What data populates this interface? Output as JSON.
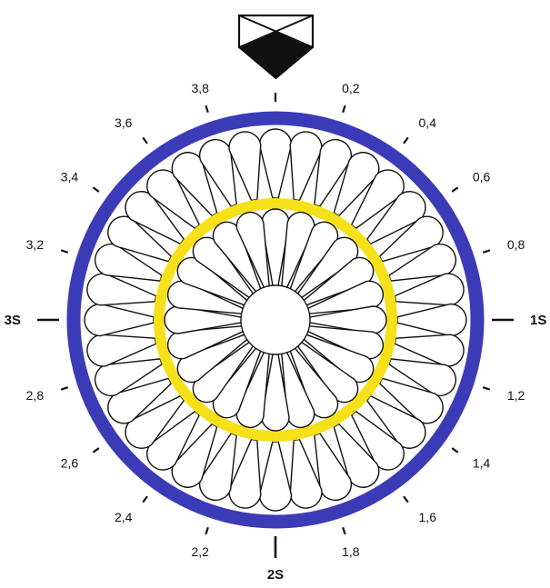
{
  "diagram": {
    "colors": {
      "outer_ring": "#3b3bb8",
      "inner_ring": "#f5e01a",
      "outline": "#111111",
      "background": "#ffffff"
    },
    "outer_petal_count": 36,
    "inner_petal_count": 24,
    "marker_icon": "index-pointer-icon",
    "ticks": [
      {
        "label": "0,2",
        "major": false
      },
      {
        "label": "0,4",
        "major": false
      },
      {
        "label": "0,6",
        "major": false
      },
      {
        "label": "0,8",
        "major": false
      },
      {
        "label": "1S",
        "major": true
      },
      {
        "label": "1,2",
        "major": false
      },
      {
        "label": "1,4",
        "major": false
      },
      {
        "label": "1,6",
        "major": false
      },
      {
        "label": "1,8",
        "major": false
      },
      {
        "label": "2S",
        "major": true
      },
      {
        "label": "2,2",
        "major": false
      },
      {
        "label": "2,4",
        "major": false
      },
      {
        "label": "2,6",
        "major": false
      },
      {
        "label": "2,8",
        "major": false
      },
      {
        "label": "3S",
        "major": true
      },
      {
        "label": "3,2",
        "major": false
      },
      {
        "label": "3,4",
        "major": false
      },
      {
        "label": "3,6",
        "major": false
      },
      {
        "label": "3,8",
        "major": false
      }
    ]
  }
}
